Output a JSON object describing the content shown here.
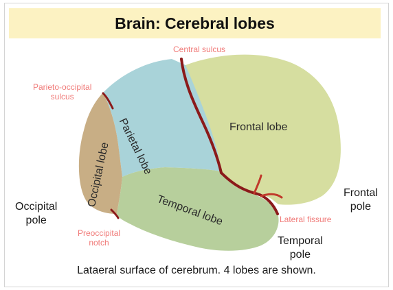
{
  "title": "Brain: Cerebral lobes",
  "labels": {
    "central_sulcus": "Central sulcus",
    "parieto_occipital_sulcus": [
      "Parieto-occipital",
      "sulcus"
    ],
    "preoccipital_notch": [
      "Preoccipital",
      "notch"
    ],
    "lateral_fissure": "Lateral fissure",
    "occipital_pole": [
      "Occipital",
      "pole"
    ],
    "frontal_pole": [
      "Frontal",
      "pole"
    ],
    "temporal_pole": [
      "Temporal",
      "pole"
    ]
  },
  "lobes": {
    "frontal": "Frontal lobe",
    "parietal": "Parietal lobe",
    "occipital": "Occipital lobe",
    "temporal": "Temporal lobe"
  },
  "caption": "Lataeral surface of cerebrum. 4 lobes are shown.",
  "colors": {
    "frontal": "#d6dea0",
    "parietal": "#a9d3d9",
    "occipital": "#c8ae85",
    "temporal": "#b7cf9c",
    "sulcus": "#8b1a1a",
    "label_red": "#f07a78"
  }
}
